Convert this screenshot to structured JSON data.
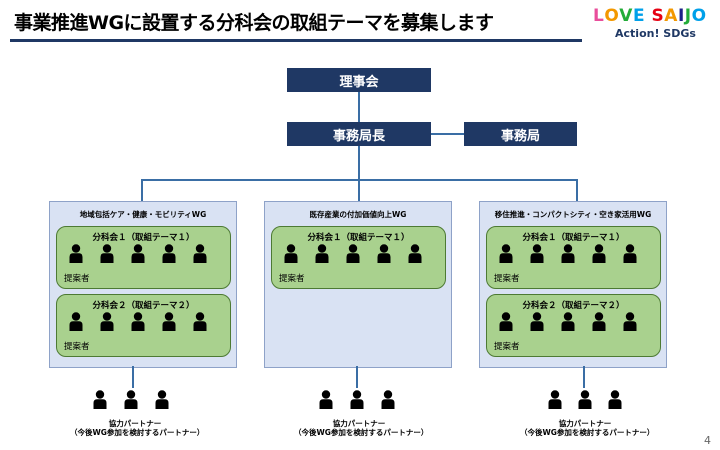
{
  "header": {
    "title": "事業推進WGに設置する分科会の取組テーマを募集します",
    "logo_letters": [
      {
        "char": "L",
        "color": "#e94e9b"
      },
      {
        "char": "O",
        "color": "#f39800"
      },
      {
        "char": "V",
        "color": "#22ac38"
      },
      {
        "char": "E",
        "color": "#00a0e9"
      },
      {
        "char": " ",
        "color": "#000000"
      },
      {
        "char": "S",
        "color": "#e60012"
      },
      {
        "char": "A",
        "color": "#f39800"
      },
      {
        "char": "I",
        "color": "#1d2088"
      },
      {
        "char": "J",
        "color": "#22ac38"
      },
      {
        "char": "O",
        "color": "#00a0e9"
      }
    ],
    "logo_sub": "Action! SDGs"
  },
  "org": {
    "board": "理事会",
    "director": "事務局長",
    "secretariat": "事務局"
  },
  "wgs": [
    {
      "title": "地域包括ケア・健康・モビリティWG",
      "subcommittees": [
        {
          "title": "分科会１（取組テーマ１）",
          "proposer": "提案者"
        },
        {
          "title": "分科会２（取組テーマ２）",
          "proposer": "提案者"
        }
      ]
    },
    {
      "title": "既存産業の付加価値向上WG",
      "subcommittees": [
        {
          "title": "分科会１（取組テーマ１）",
          "proposer": "提案者"
        }
      ]
    },
    {
      "title": "移住推進・コンパクトシティ・空き家活用WG",
      "subcommittees": [
        {
          "title": "分科会１（取組テーマ１）",
          "proposer": "提案者"
        },
        {
          "title": "分科会２（取組テーマ２）",
          "proposer": "提案者"
        }
      ]
    }
  ],
  "partners": {
    "line1": "協力パートナー",
    "line2": "（今後WG参加を検討するパートナー）"
  },
  "page_number": "4",
  "colors": {
    "navy": "#1f3864",
    "wg_fill": "#d9e2f3",
    "subcommittee_fill": "#a9d18e",
    "connector": "#3a6ea5"
  },
  "icons": {
    "person": "person-icon"
  }
}
